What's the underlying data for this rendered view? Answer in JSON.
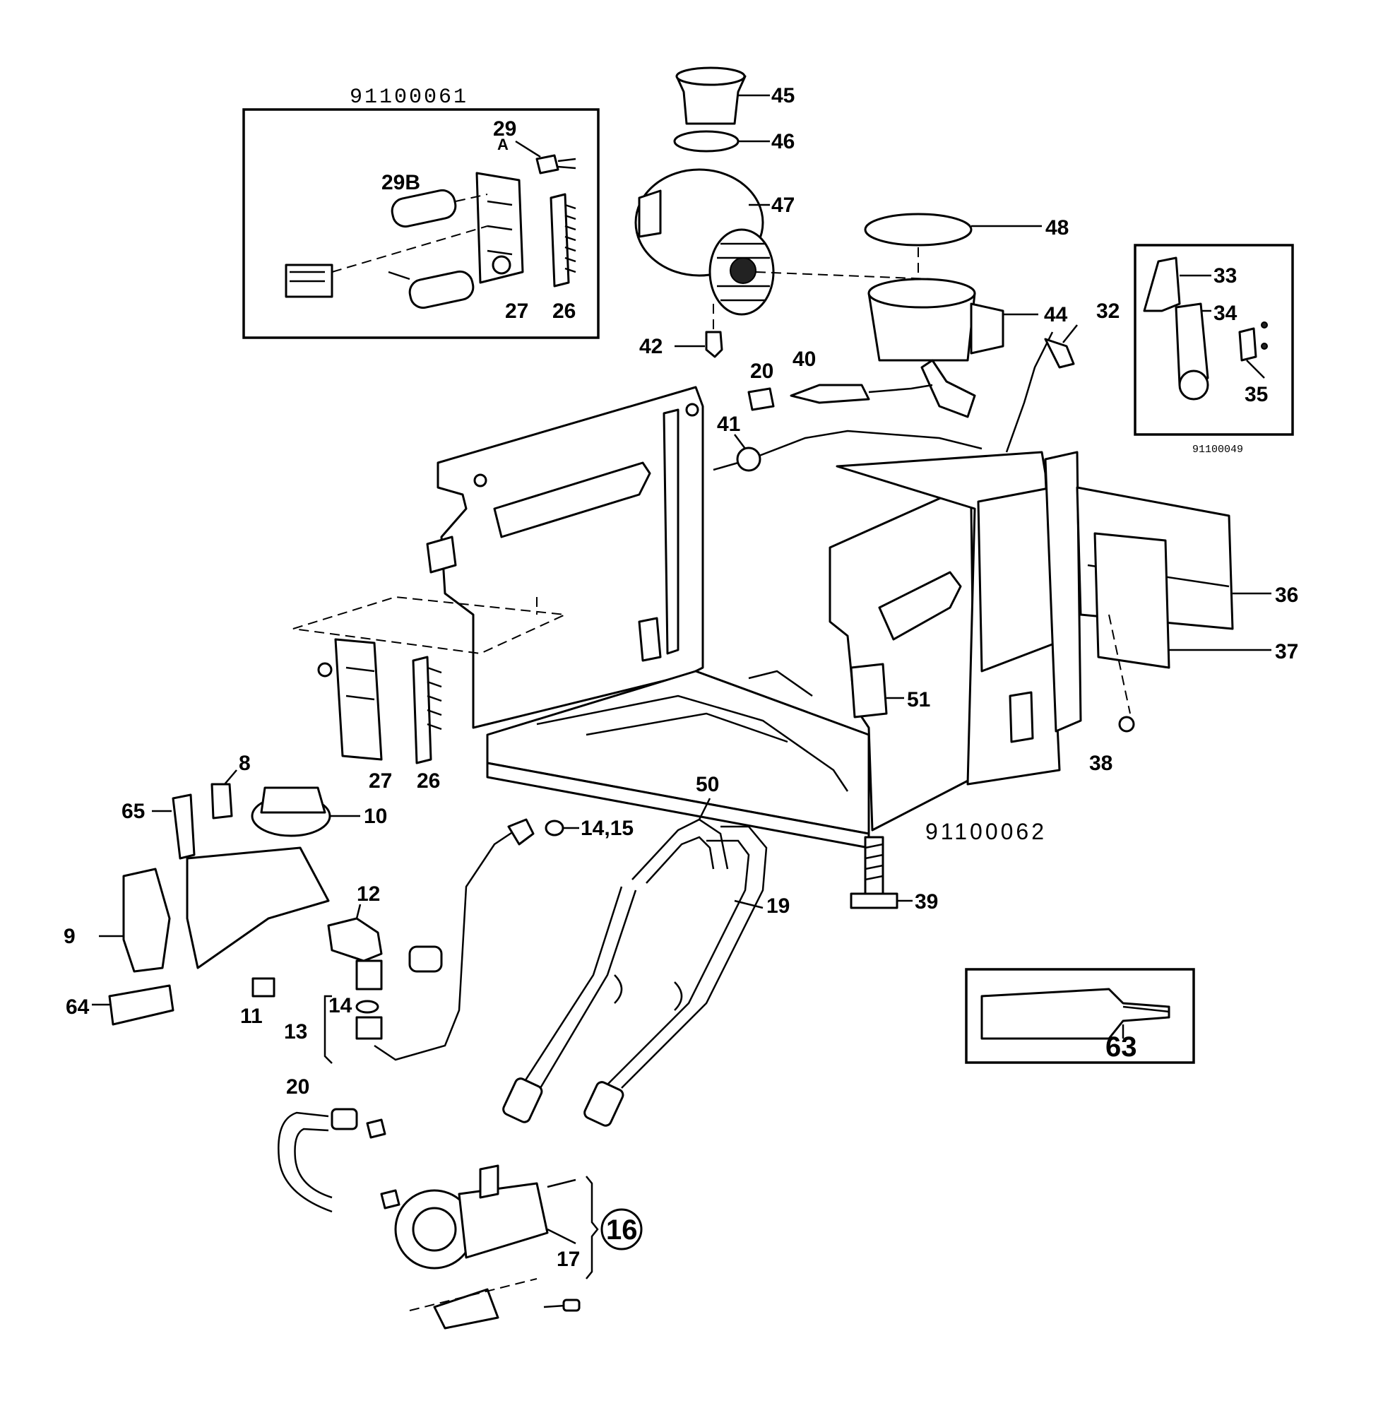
{
  "references": {
    "inset_top_left": "91100061",
    "frame": "91100062",
    "inset_right": "91100049"
  },
  "labels": {
    "p8": "8",
    "p9": "9",
    "p10": "10",
    "p11": "11",
    "p12": "12",
    "p13": "13",
    "p14": "14",
    "p14_15": "14,15",
    "p16": "16",
    "p17": "17",
    "p19": "19",
    "p20a": "20",
    "p20b": "20",
    "p26a": "26",
    "p26b": "26",
    "p27a": "27",
    "p27b": "27",
    "p29": "29",
    "p29a": "A",
    "p29b": "29B",
    "p32": "32",
    "p33": "33",
    "p34": "34",
    "p35": "35",
    "p36": "36",
    "p37": "37",
    "p38": "38",
    "p39": "39",
    "p40": "40",
    "p41": "41",
    "p42": "42",
    "p44": "44",
    "p45": "45",
    "p46": "46",
    "p47": "47",
    "p48": "48",
    "p50": "50",
    "p51": "51",
    "p63": "63",
    "p64": "64",
    "p65": "65"
  }
}
